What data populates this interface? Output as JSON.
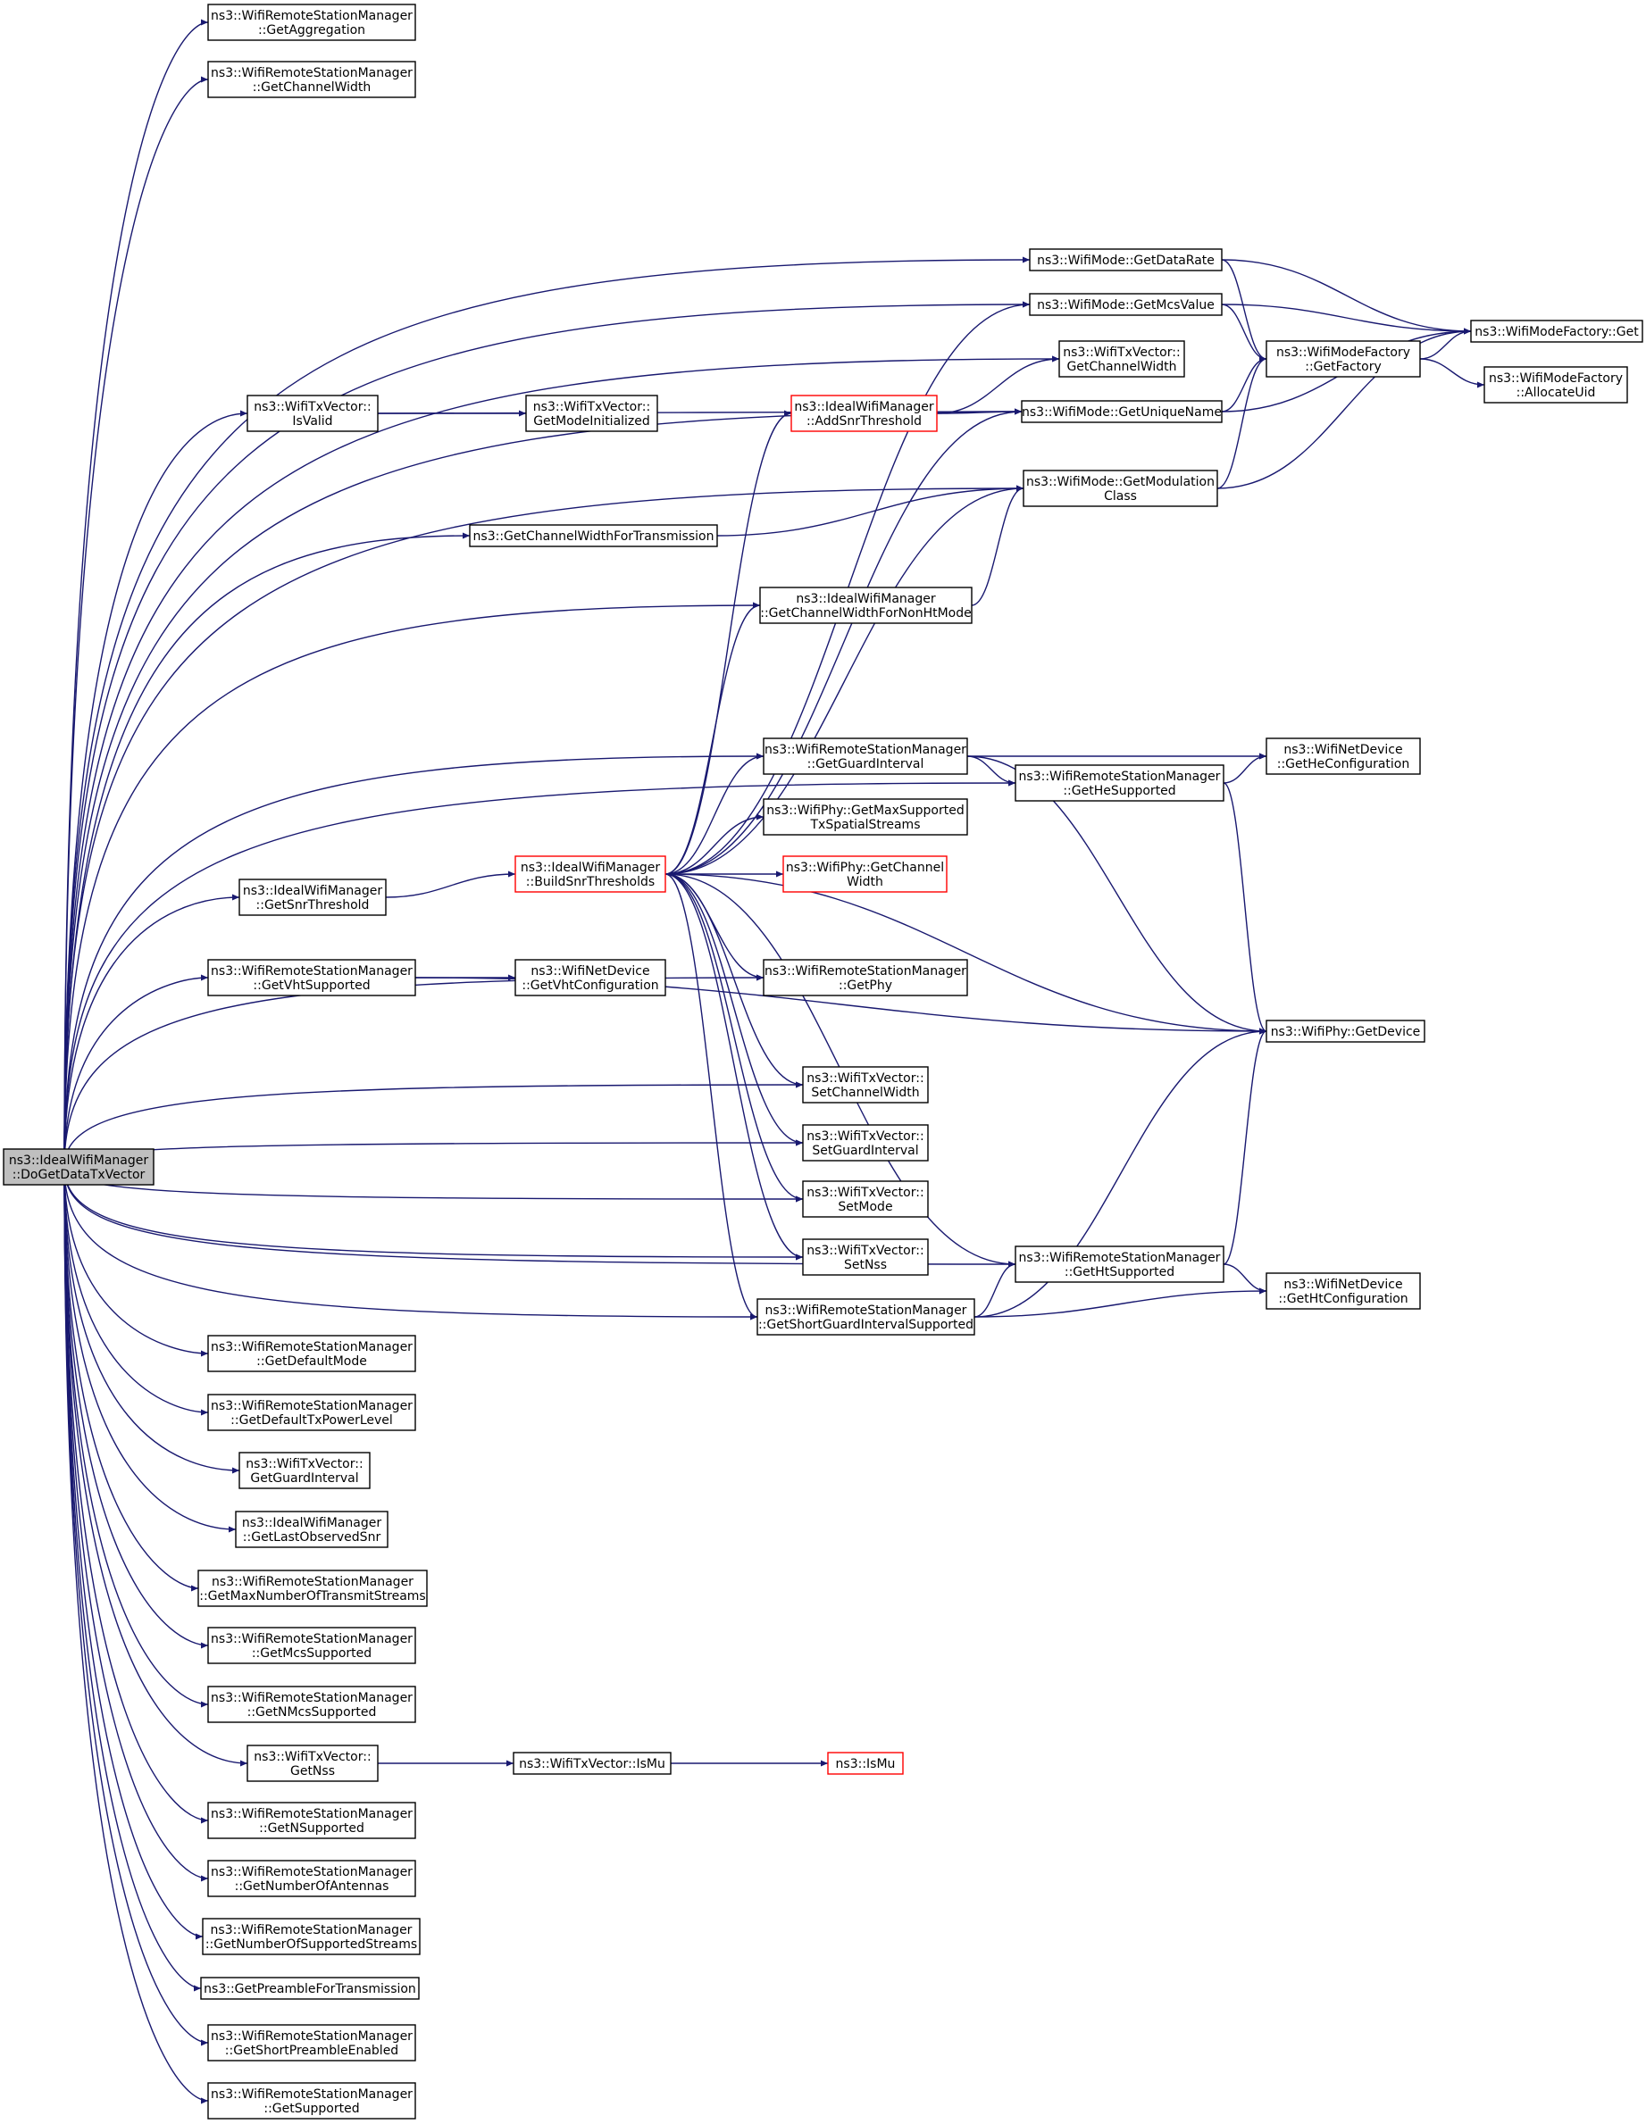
{
  "colors": {
    "edge": "#191970",
    "node_border": "#000000",
    "node_border_truncated": "#ff0000",
    "root_fill": "#bfbfbf",
    "node_fill": "#ffffff"
  },
  "nodes": [
    {
      "id": "root",
      "lines": [
        "ns3::IdealWifiManager",
        "::DoGetDataTxVector"
      ],
      "root": true
    },
    {
      "id": "getAggregation",
      "lines": [
        "ns3::WifiRemoteStationManager",
        "::GetAggregation"
      ]
    },
    {
      "id": "getChannelWidthRSM",
      "lines": [
        "ns3::WifiRemoteStationManager",
        "::GetChannelWidth"
      ]
    },
    {
      "id": "getDataRate",
      "lines": [
        "ns3::WifiMode::GetDataRate"
      ]
    },
    {
      "id": "getMcsValue",
      "lines": [
        "ns3::WifiMode::GetMcsValue"
      ]
    },
    {
      "id": "factoryGet",
      "lines": [
        "ns3::WifiModeFactory::Get"
      ]
    },
    {
      "id": "txvGetChannelWidth",
      "lines": [
        "ns3::WifiTxVector::",
        "GetChannelWidth"
      ]
    },
    {
      "id": "getFactory",
      "lines": [
        "ns3::WifiModeFactory",
        "::GetFactory"
      ]
    },
    {
      "id": "allocateUid",
      "lines": [
        "ns3::WifiModeFactory",
        "::AllocateUid"
      ]
    },
    {
      "id": "isValid",
      "lines": [
        "ns3::WifiTxVector::",
        "IsValid"
      ]
    },
    {
      "id": "getModeInitialized",
      "lines": [
        "ns3::WifiTxVector::",
        "GetModeInitialized"
      ]
    },
    {
      "id": "addSnrThreshold",
      "lines": [
        "ns3::IdealWifiManager",
        "::AddSnrThreshold"
      ],
      "truncated": true
    },
    {
      "id": "getUniqueName",
      "lines": [
        "ns3::WifiMode::GetUniqueName"
      ]
    },
    {
      "id": "getModulationClass",
      "lines": [
        "ns3::WifiMode::GetModulation",
        "Class"
      ]
    },
    {
      "id": "getChannelWidthForTransmission",
      "lines": [
        "ns3::GetChannelWidthForTransmission"
      ]
    },
    {
      "id": "getChannelWidthForNonHtMode",
      "lines": [
        "ns3::IdealWifiManager",
        "::GetChannelWidthForNonHtMode"
      ]
    },
    {
      "id": "getGuardIntervalRSM",
      "lines": [
        "ns3::WifiRemoteStationManager",
        "::GetGuardInterval"
      ]
    },
    {
      "id": "getHeConfiguration",
      "lines": [
        "ns3::WifiNetDevice",
        "::GetHeConfiguration"
      ]
    },
    {
      "id": "getHeSupported",
      "lines": [
        "ns3::WifiRemoteStationManager",
        "::GetHeSupported"
      ]
    },
    {
      "id": "getMaxSupportedTxSpatialStreams",
      "lines": [
        "ns3::WifiPhy::GetMaxSupported",
        "TxSpatialStreams"
      ]
    },
    {
      "id": "getSnrThreshold",
      "lines": [
        "ns3::IdealWifiManager",
        "::GetSnrThreshold"
      ]
    },
    {
      "id": "buildSnrThresholds",
      "lines": [
        "ns3::IdealWifiManager",
        "::BuildSnrThresholds"
      ],
      "truncated": true
    },
    {
      "id": "phyGetChannelWidth",
      "lines": [
        "ns3::WifiPhy::GetChannel",
        "Width"
      ],
      "truncated": true
    },
    {
      "id": "getVhtSupported",
      "lines": [
        "ns3::WifiRemoteStationManager",
        "::GetVhtSupported"
      ]
    },
    {
      "id": "getVhtConfiguration",
      "lines": [
        "ns3::WifiNetDevice",
        "::GetVhtConfiguration"
      ]
    },
    {
      "id": "getPhy",
      "lines": [
        "ns3::WifiRemoteStationManager",
        "::GetPhy"
      ]
    },
    {
      "id": "getDevice",
      "lines": [
        "ns3::WifiPhy::GetDevice"
      ]
    },
    {
      "id": "setChannelWidth",
      "lines": [
        "ns3::WifiTxVector::",
        "SetChannelWidth"
      ]
    },
    {
      "id": "setGuardInterval",
      "lines": [
        "ns3::WifiTxVector::",
        "SetGuardInterval"
      ]
    },
    {
      "id": "setMode",
      "lines": [
        "ns3::WifiTxVector::",
        "SetMode"
      ]
    },
    {
      "id": "setNss",
      "lines": [
        "ns3::WifiTxVector::",
        "SetNss"
      ]
    },
    {
      "id": "getHtSupported",
      "lines": [
        "ns3::WifiRemoteStationManager",
        "::GetHtSupported"
      ]
    },
    {
      "id": "getHtConfiguration",
      "lines": [
        "ns3::WifiNetDevice",
        "::GetHtConfiguration"
      ]
    },
    {
      "id": "getShortGuardIntervalSupported",
      "lines": [
        "ns3::WifiRemoteStationManager",
        "::GetShortGuardIntervalSupported"
      ]
    },
    {
      "id": "getDefaultMode",
      "lines": [
        "ns3::WifiRemoteStationManager",
        "::GetDefaultMode"
      ]
    },
    {
      "id": "getDefaultTxPowerLevel",
      "lines": [
        "ns3::WifiRemoteStationManager",
        "::GetDefaultTxPowerLevel"
      ]
    },
    {
      "id": "txvGetGuardInterval",
      "lines": [
        "ns3::WifiTxVector::",
        "GetGuardInterval"
      ]
    },
    {
      "id": "getLastObservedSnr",
      "lines": [
        "ns3::IdealWifiManager",
        "::GetLastObservedSnr"
      ]
    },
    {
      "id": "getMaxNumberOfTransmitStreams",
      "lines": [
        "ns3::WifiRemoteStationManager",
        "::GetMaxNumberOfTransmitStreams"
      ]
    },
    {
      "id": "getMcsSupported",
      "lines": [
        "ns3::WifiRemoteStationManager",
        "::GetMcsSupported"
      ]
    },
    {
      "id": "getNMcsSupported",
      "lines": [
        "ns3::WifiRemoteStationManager",
        "::GetNMcsSupported"
      ]
    },
    {
      "id": "getNss",
      "lines": [
        "ns3::WifiTxVector::",
        "GetNss"
      ]
    },
    {
      "id": "txvIsMu",
      "lines": [
        "ns3::WifiTxVector::IsMu"
      ]
    },
    {
      "id": "isMu",
      "lines": [
        "ns3::IsMu"
      ],
      "truncated": true
    },
    {
      "id": "getNSupported",
      "lines": [
        "ns3::WifiRemoteStationManager",
        "::GetNSupported"
      ]
    },
    {
      "id": "getNumberOfAntennas",
      "lines": [
        "ns3::WifiRemoteStationManager",
        "::GetNumberOfAntennas"
      ]
    },
    {
      "id": "getNumberOfSupportedStreams",
      "lines": [
        "ns3::WifiRemoteStationManager",
        "::GetNumberOfSupportedStreams"
      ]
    },
    {
      "id": "getPreambleForTransmission",
      "lines": [
        "ns3::GetPreambleForTransmission"
      ]
    },
    {
      "id": "getShortPreambleEnabled",
      "lines": [
        "ns3::WifiRemoteStationManager",
        "::GetShortPreambleEnabled"
      ]
    },
    {
      "id": "getSupported",
      "lines": [
        "ns3::WifiRemoteStationManager",
        "::GetSupported"
      ]
    }
  ],
  "edges": [
    [
      "root",
      "getAggregation"
    ],
    [
      "root",
      "getChannelWidthRSM"
    ],
    [
      "root",
      "getDataRate"
    ],
    [
      "root",
      "getMcsValue"
    ],
    [
      "root",
      "txvGetChannelWidth"
    ],
    [
      "root",
      "getUniqueName"
    ],
    [
      "root",
      "isValid"
    ],
    [
      "root",
      "getModulationClass"
    ],
    [
      "root",
      "getChannelWidthForTransmission"
    ],
    [
      "root",
      "getChannelWidthForNonHtMode"
    ],
    [
      "root",
      "getHeSupported"
    ],
    [
      "root",
      "getGuardIntervalRSM"
    ],
    [
      "root",
      "getSnrThreshold"
    ],
    [
      "root",
      "getVhtSupported"
    ],
    [
      "root",
      "getPhy"
    ],
    [
      "root",
      "setChannelWidth"
    ],
    [
      "root",
      "setGuardInterval"
    ],
    [
      "root",
      "setMode"
    ],
    [
      "root",
      "setNss"
    ],
    [
      "root",
      "getShortGuardIntervalSupported"
    ],
    [
      "root",
      "getHtSupported"
    ],
    [
      "root",
      "getDefaultMode"
    ],
    [
      "root",
      "getDefaultTxPowerLevel"
    ],
    [
      "root",
      "txvGetGuardInterval"
    ],
    [
      "root",
      "getLastObservedSnr"
    ],
    [
      "root",
      "getMaxNumberOfTransmitStreams"
    ],
    [
      "root",
      "getMcsSupported"
    ],
    [
      "root",
      "getNMcsSupported"
    ],
    [
      "root",
      "getNss"
    ],
    [
      "root",
      "getNSupported"
    ],
    [
      "root",
      "getNumberOfAntennas"
    ],
    [
      "root",
      "getNumberOfSupportedStreams"
    ],
    [
      "root",
      "getPreambleForTransmission"
    ],
    [
      "root",
      "getShortPreambleEnabled"
    ],
    [
      "root",
      "getSupported"
    ],
    [
      "getDataRate",
      "factoryGet"
    ],
    [
      "getDataRate",
      "getFactory"
    ],
    [
      "getMcsValue",
      "factoryGet"
    ],
    [
      "getMcsValue",
      "getFactory"
    ],
    [
      "getFactory",
      "factoryGet"
    ],
    [
      "getFactory",
      "allocateUid"
    ],
    [
      "getUniqueName",
      "getFactory"
    ],
    [
      "getUniqueName",
      "factoryGet"
    ],
    [
      "getModulationClass",
      "getFactory"
    ],
    [
      "getModulationClass",
      "factoryGet"
    ],
    [
      "isValid",
      "getModeInitialized"
    ],
    [
      "isValid",
      "getUniqueName"
    ],
    [
      "addSnrThreshold",
      "txvGetChannelWidth"
    ],
    [
      "addSnrThreshold",
      "getUniqueName"
    ],
    [
      "getChannelWidthForTransmission",
      "getModulationClass"
    ],
    [
      "getChannelWidthForNonHtMode",
      "getModulationClass"
    ],
    [
      "getGuardIntervalRSM",
      "getHeConfiguration"
    ],
    [
      "getGuardIntervalRSM",
      "getHeSupported"
    ],
    [
      "getGuardIntervalRSM",
      "getDevice"
    ],
    [
      "getHeSupported",
      "getHeConfiguration"
    ],
    [
      "getHeSupported",
      "getDevice"
    ],
    [
      "getSnrThreshold",
      "buildSnrThresholds"
    ],
    [
      "buildSnrThresholds",
      "getMcsValue"
    ],
    [
      "buildSnrThresholds",
      "addSnrThreshold"
    ],
    [
      "buildSnrThresholds",
      "getUniqueName"
    ],
    [
      "buildSnrThresholds",
      "getModulationClass"
    ],
    [
      "buildSnrThresholds",
      "getChannelWidthForNonHtMode"
    ],
    [
      "buildSnrThresholds",
      "getGuardIntervalRSM"
    ],
    [
      "buildSnrThresholds",
      "getMaxSupportedTxSpatialStreams"
    ],
    [
      "buildSnrThresholds",
      "phyGetChannelWidth"
    ],
    [
      "buildSnrThresholds",
      "getPhy"
    ],
    [
      "buildSnrThresholds",
      "setChannelWidth"
    ],
    [
      "buildSnrThresholds",
      "setGuardInterval"
    ],
    [
      "buildSnrThresholds",
      "setMode"
    ],
    [
      "buildSnrThresholds",
      "setNss"
    ],
    [
      "buildSnrThresholds",
      "getShortGuardIntervalSupported"
    ],
    [
      "buildSnrThresholds",
      "getHtSupported"
    ],
    [
      "buildSnrThresholds",
      "getDevice"
    ],
    [
      "getVhtSupported",
      "getVhtConfiguration"
    ],
    [
      "getVhtSupported",
      "getDevice"
    ],
    [
      "getHtSupported",
      "getHtConfiguration"
    ],
    [
      "getHtSupported",
      "getDevice"
    ],
    [
      "getShortGuardIntervalSupported",
      "getHtSupported"
    ],
    [
      "getShortGuardIntervalSupported",
      "getHtConfiguration"
    ],
    [
      "getShortGuardIntervalSupported",
      "getDevice"
    ],
    [
      "getNss",
      "txvIsMu"
    ],
    [
      "txvIsMu",
      "isMu"
    ]
  ]
}
